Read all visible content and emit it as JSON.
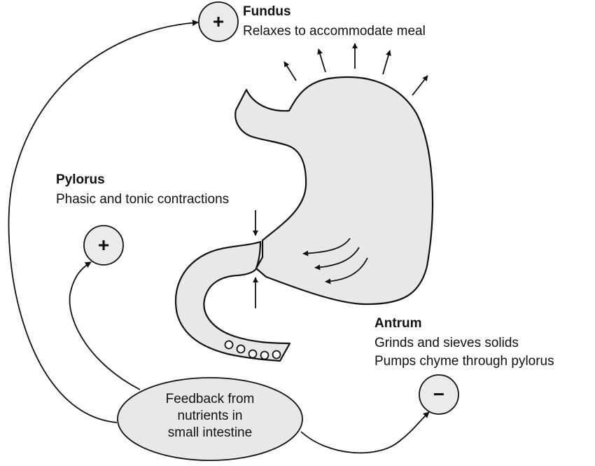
{
  "fundus": {
    "title": "Fundus",
    "description": "Relaxes to accommodate meal",
    "sign": "+"
  },
  "pylorus": {
    "title": "Pylorus",
    "description": "Phasic and tonic contractions",
    "sign": "+"
  },
  "antrum": {
    "title": "Antrum",
    "lines": [
      "Grinds and sieves solids",
      "Pumps chyme through pylorus"
    ],
    "sign": "−"
  },
  "feedback": {
    "lines": [
      "Feedback from",
      "nutrients in",
      "small intestine"
    ]
  },
  "colors": {
    "organ_fill": "#e8e8e8",
    "sign_fill": "#ebebeb",
    "stroke": "#111111",
    "background": "#ffffff"
  }
}
